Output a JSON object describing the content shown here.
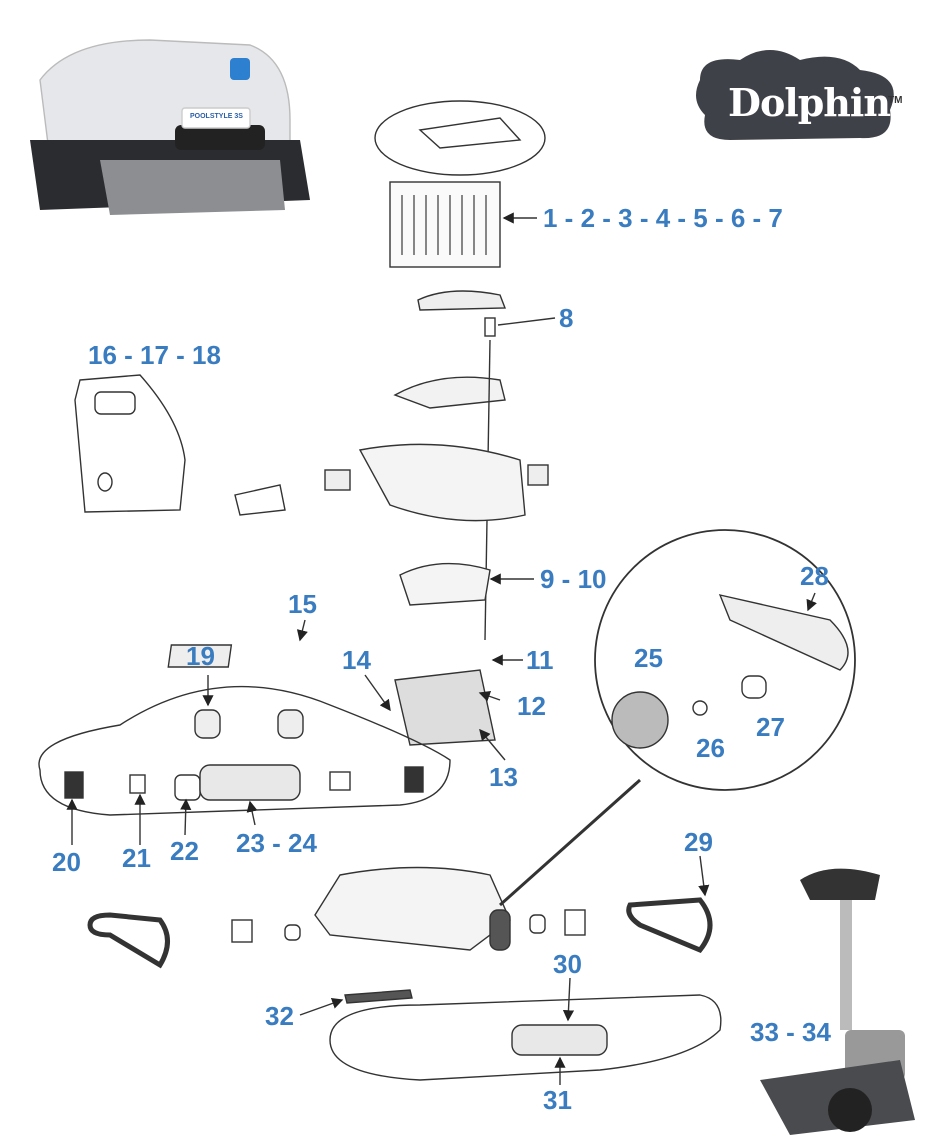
{
  "brand": {
    "logo_text": "Dolphin",
    "trademark": "TM",
    "product_badge": "POOLSTYLE 3S"
  },
  "callouts": [
    "1 - 2 - 3 - 4 - 5 - 6 - 7",
    "8",
    "16 - 17 - 18",
    "9 - 10",
    "28",
    "15",
    "19",
    "14",
    "25",
    "11",
    "12",
    "27",
    "26",
    "13",
    "23 - 24",
    "22",
    "21",
    "20",
    "29",
    "30",
    "32",
    "33 - 34",
    "31"
  ],
  "colors": {
    "callout": "#3a7cc0",
    "logo_bg": "#3f4148",
    "line": "#333333"
  }
}
